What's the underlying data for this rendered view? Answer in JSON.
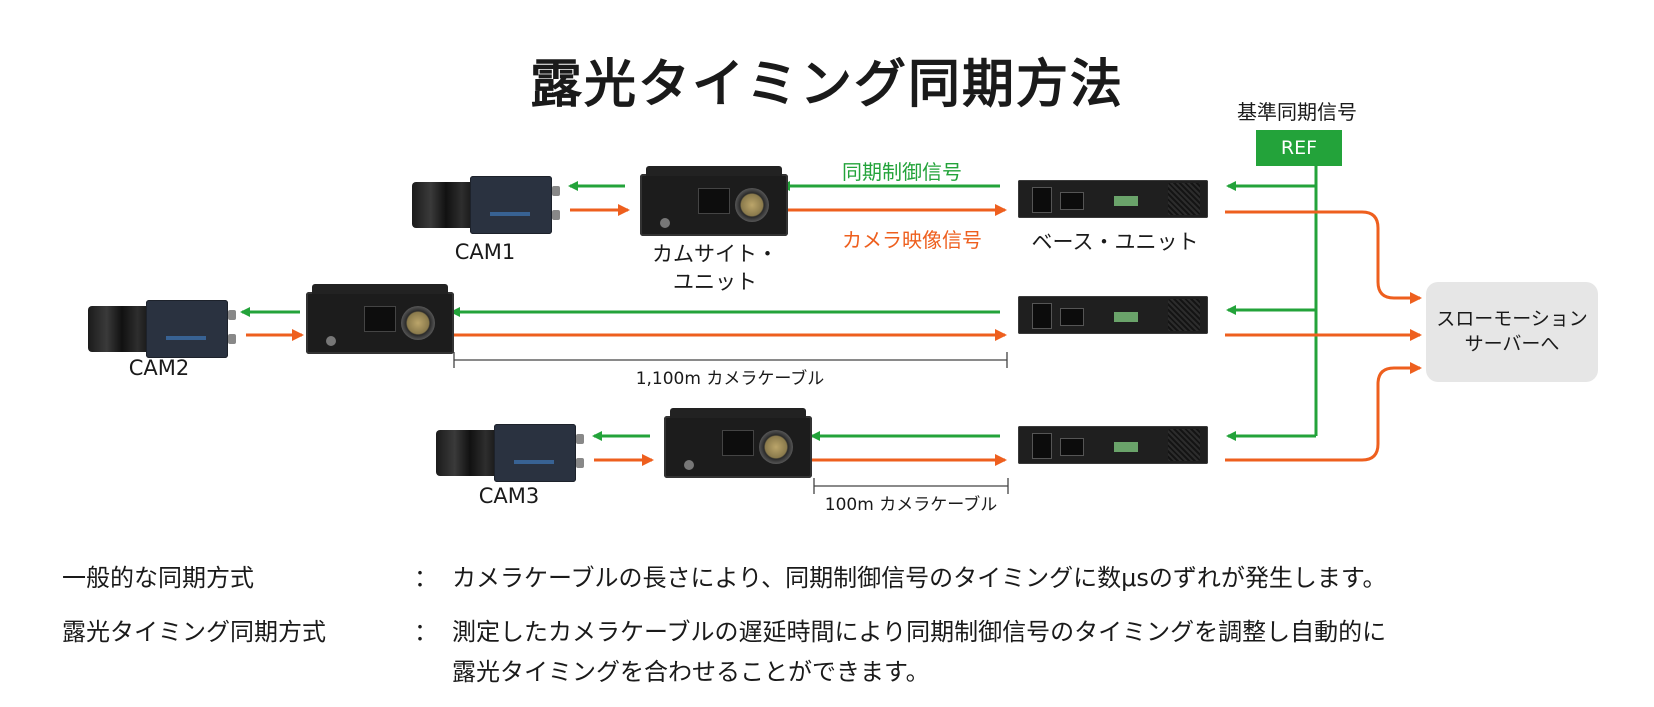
{
  "title": "露光タイミング同期方法",
  "ref": {
    "caption": "基準同期信号",
    "label": "REF"
  },
  "signals": {
    "sync": "同期制御信号",
    "video": "カメラ映像信号"
  },
  "colors": {
    "sync": "#23a33a",
    "video": "#ee5f1e",
    "server_bg": "#e6e6e6"
  },
  "cameras": [
    {
      "label": "CAM1"
    },
    {
      "label": "CAM2"
    },
    {
      "label": "CAM3"
    }
  ],
  "camsite_unit": {
    "line1": "カムサイト・",
    "line2": "ユニット"
  },
  "base_unit": {
    "label": "ベース・ユニット"
  },
  "server": {
    "line1": "スローモーション",
    "line2": "サーバーへ"
  },
  "cables": {
    "long": "1,100m カメラケーブル",
    "short": "100m カメラケーブル"
  },
  "legend": [
    {
      "key": "一般的な同期方式",
      "colon": "：",
      "desc": "カメラケーブルの長さにより、同期制御信号のタイミングに数μsのずれが発生します。"
    },
    {
      "key": "露光タイミング同期方式",
      "colon": "：",
      "desc": "測定したカメラケーブルの遅延時間により同期制御信号のタイミングを調整し自動的に",
      "cont": "露光タイミングを合わせることができます。"
    }
  ]
}
